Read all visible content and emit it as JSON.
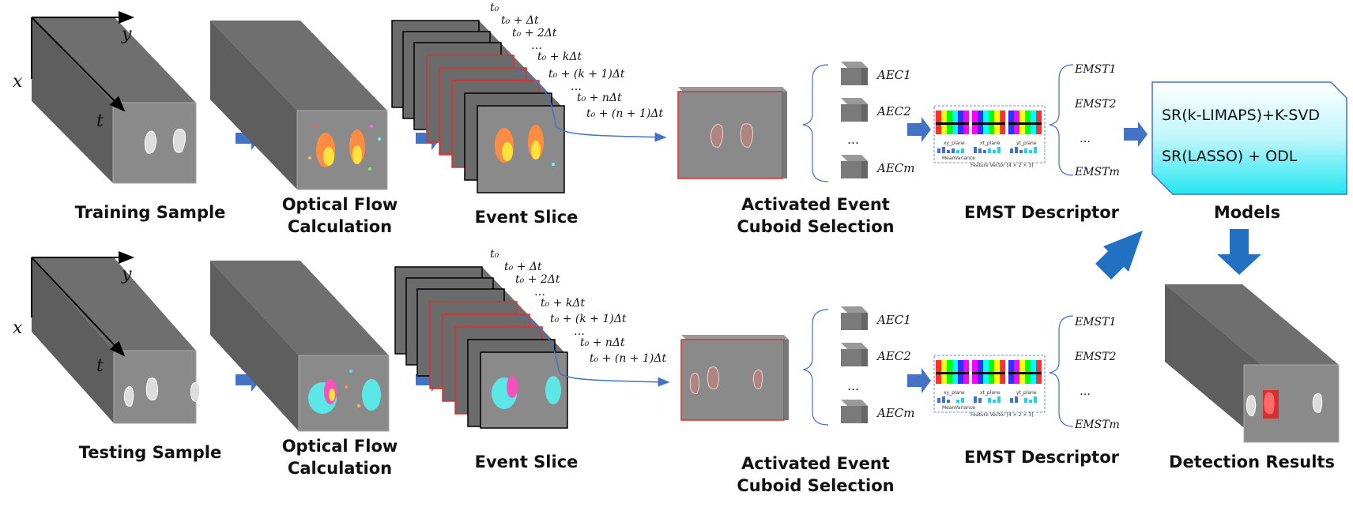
{
  "labels": {
    "training_sample": "Training Sample",
    "testing_sample": "Testing Sample",
    "optical_flow_1": "Optical Flow",
    "optical_flow_2": "Calculation",
    "event_slice": "Event Slice",
    "aec_sel_1": "Activated Event",
    "aec_sel_2": "Cuboid Selection",
    "emst_descriptor": "EMST Descriptor",
    "models": "Models",
    "detection_results": "Detection Results"
  },
  "axes": {
    "x": "x",
    "y": "y",
    "t": "t"
  },
  "time_labels": [
    "t₀",
    "t₀ + Δt",
    "t₀ + 2Δt",
    "…",
    "t₀ + kΔt",
    "t₀ + (k + 1)Δt",
    "…",
    "t₀ + nΔt",
    "t₀ + (n + 1)Δt"
  ],
  "aec": [
    "AEC1",
    "AEC2",
    "…",
    "AECm"
  ],
  "emst": [
    "EMST1",
    "EMST2",
    "…",
    "EMSTm"
  ],
  "models_box": [
    "SR(k-LIMAPS)+K-SVD",
    "SR(LASSO) + ODL"
  ],
  "descriptor_small": {
    "planes": [
      "xy_plane",
      "xt_plane",
      "yt_plane"
    ],
    "mean": "Mean",
    "variance": "Variance",
    "feature_vector": "Feature Vector [4 × 2 × 3]"
  },
  "colors": {
    "block_front": "#8a8a8a",
    "block_top": "#6f6f6f",
    "block_side": "#5e5e5e",
    "arrow_blue": "#4472c4",
    "models_cyan": "#22e6f2",
    "slice_red": "#e03030"
  }
}
